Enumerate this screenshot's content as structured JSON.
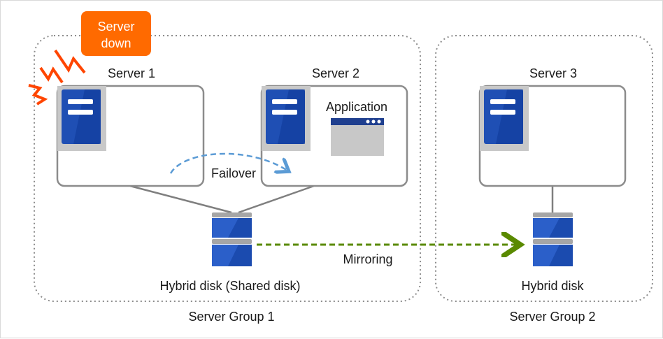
{
  "groups": {
    "group1_label": "Server Group 1",
    "group2_label": "Server Group 2"
  },
  "servers": {
    "server1_label": "Server 1",
    "server2_label": "Server 2",
    "server3_label": "Server 3"
  },
  "application_label": "Application",
  "failover_label": "Failover",
  "mirroring_label": "Mirroring",
  "disks": {
    "shared_label": "Hybrid disk (Shared disk)",
    "mirror_label": "Hybrid disk"
  },
  "badge": {
    "line1": "Server",
    "line2": "down"
  },
  "colors": {
    "server_blue": "#1f4fb4",
    "disk_blue": "#2b5fc9",
    "badge_orange": "#ff6a00",
    "failover_arrow": "#5b9bd5",
    "mirroring_arrow": "#5a8a00",
    "lightning": "#ff4500"
  }
}
